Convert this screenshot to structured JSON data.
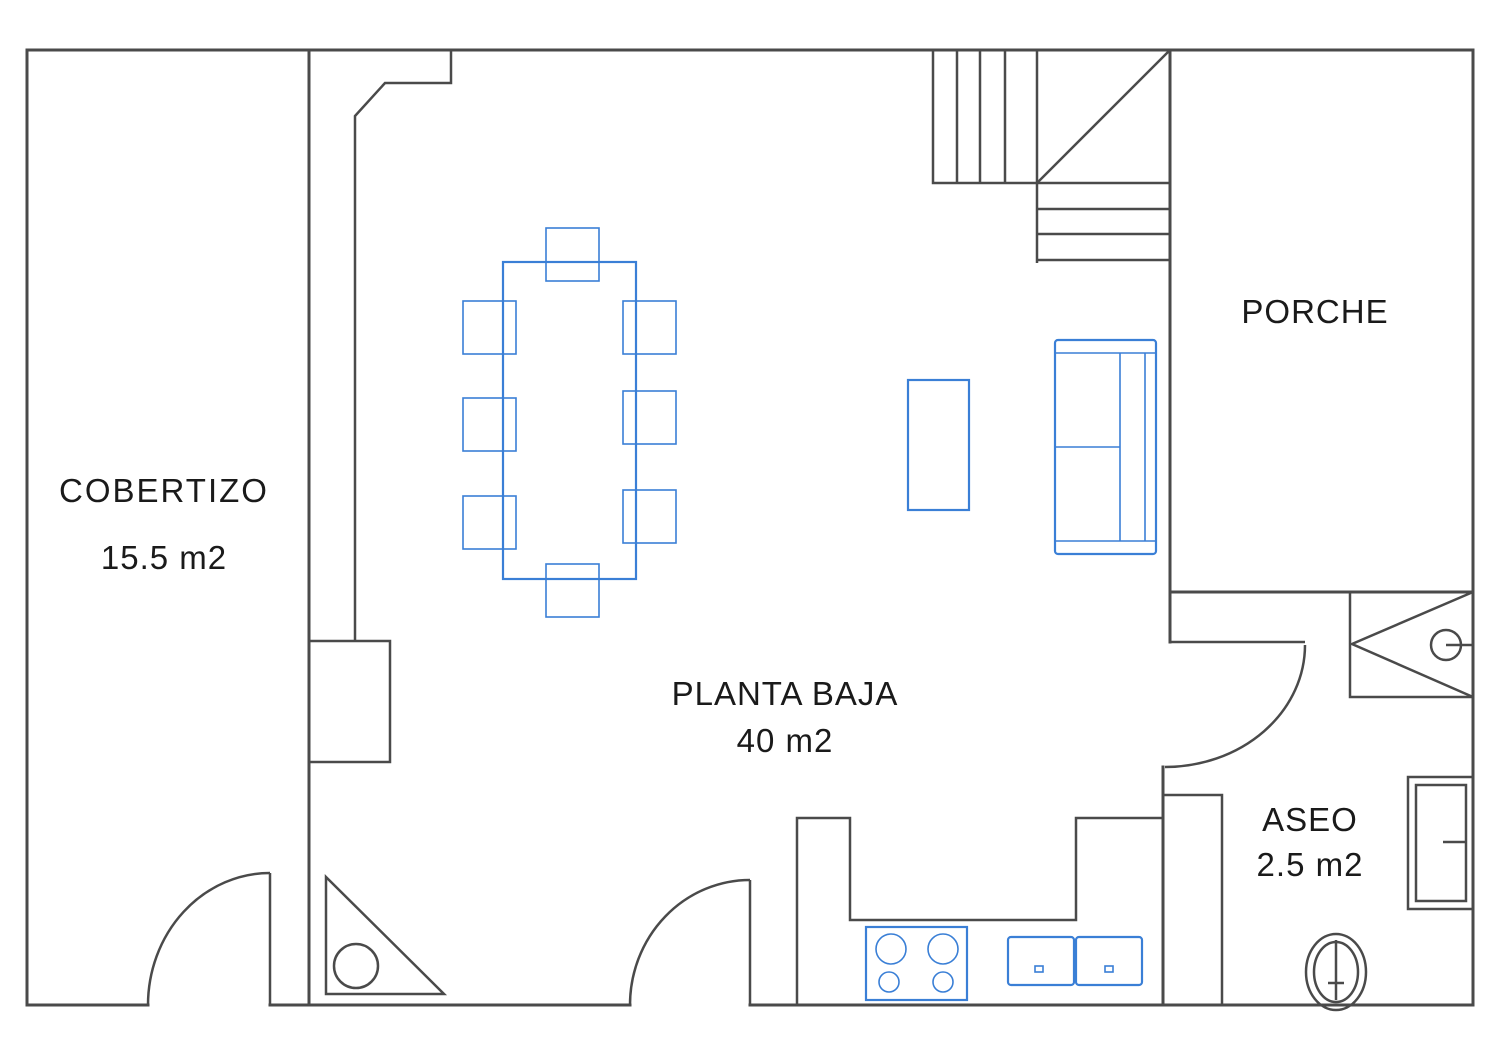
{
  "colors": {
    "wall": "#4a4a4a",
    "furniture": "#3a7fd6",
    "text": "#1a1a1a",
    "background": "#ffffff"
  },
  "rooms": {
    "cobertizo": {
      "name": "COBERTIZO",
      "area": "15.5 m2"
    },
    "planta_baja": {
      "name": "PLANTA BAJA",
      "area": "40 m2"
    },
    "porche": {
      "name": "PORCHE"
    },
    "aseo": {
      "name": "ASEO",
      "area": "2.5 m2"
    }
  },
  "fixtures": [
    "staircase",
    "dining-table",
    "dining-chairs",
    "coffee-table",
    "sofa",
    "stove-cooktop",
    "double-sink",
    "corner-shower",
    "bathtub",
    "toilet",
    "corner-water-heater",
    "chimney",
    "doors"
  ]
}
